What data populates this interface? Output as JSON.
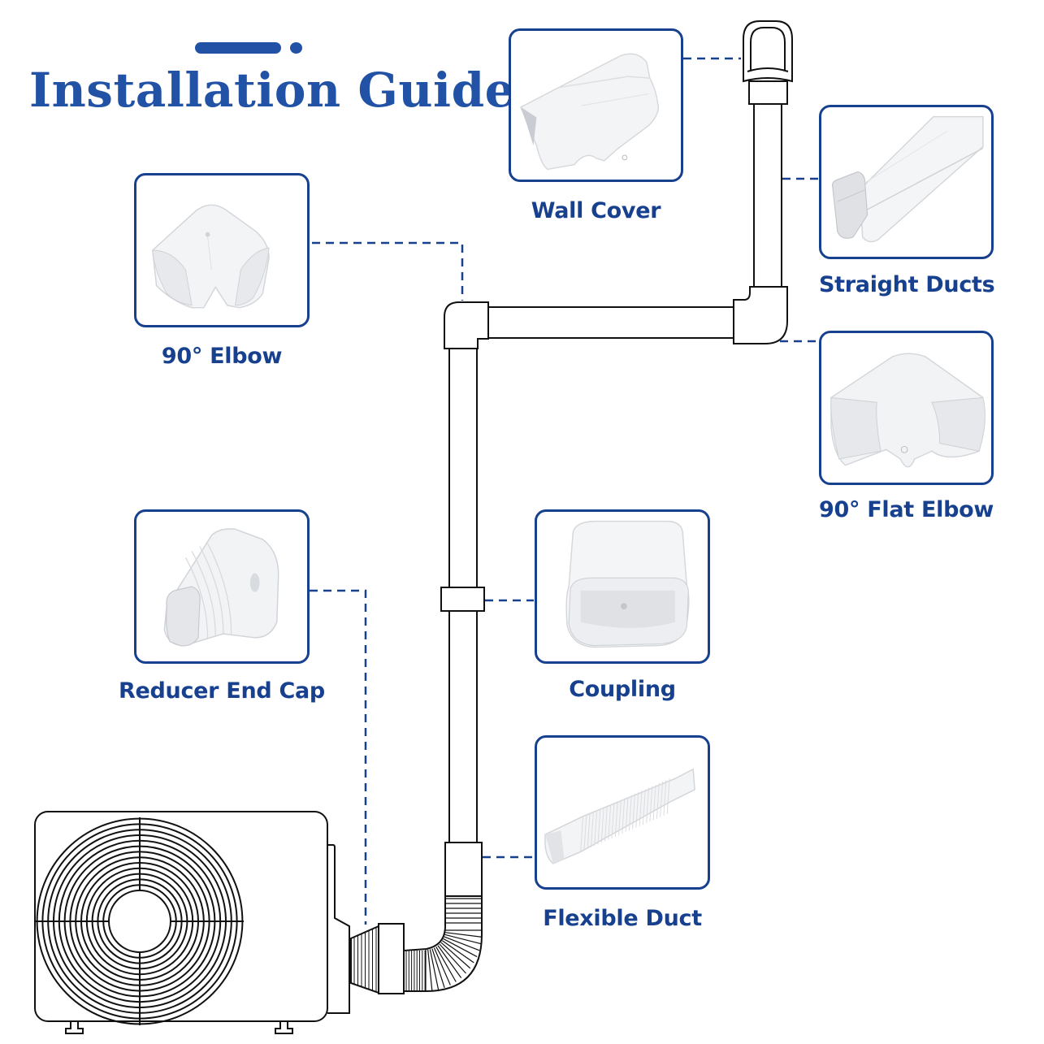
{
  "header": {
    "title": "Installation Guide"
  },
  "colors": {
    "brand_blue": "#17408e",
    "title_blue": "#2152a6",
    "line_black": "#111111",
    "background": "#ffffff"
  },
  "parts": [
    {
      "id": "wall-cover",
      "label": "Wall Cover",
      "icon": "wall-cover-icon"
    },
    {
      "id": "straight-ducts",
      "label": "Straight Ducts",
      "icon": "straight-duct-icon"
    },
    {
      "id": "elbow-90",
      "label": "90° Elbow",
      "icon": "elbow-90-icon"
    },
    {
      "id": "flat-elbow-90",
      "label": "90° Flat Elbow",
      "icon": "flat-elbow-icon"
    },
    {
      "id": "reducer-end-cap",
      "label": "Reducer End Cap",
      "icon": "reducer-end-cap-icon"
    },
    {
      "id": "coupling",
      "label": "Coupling",
      "icon": "coupling-icon"
    },
    {
      "id": "flexible-duct",
      "label": "Flexible Duct",
      "icon": "flexible-duct-icon"
    }
  ],
  "diagram": {
    "unit": "outdoor-ac-unit-icon",
    "connectors": "dashed-leader-lines"
  }
}
